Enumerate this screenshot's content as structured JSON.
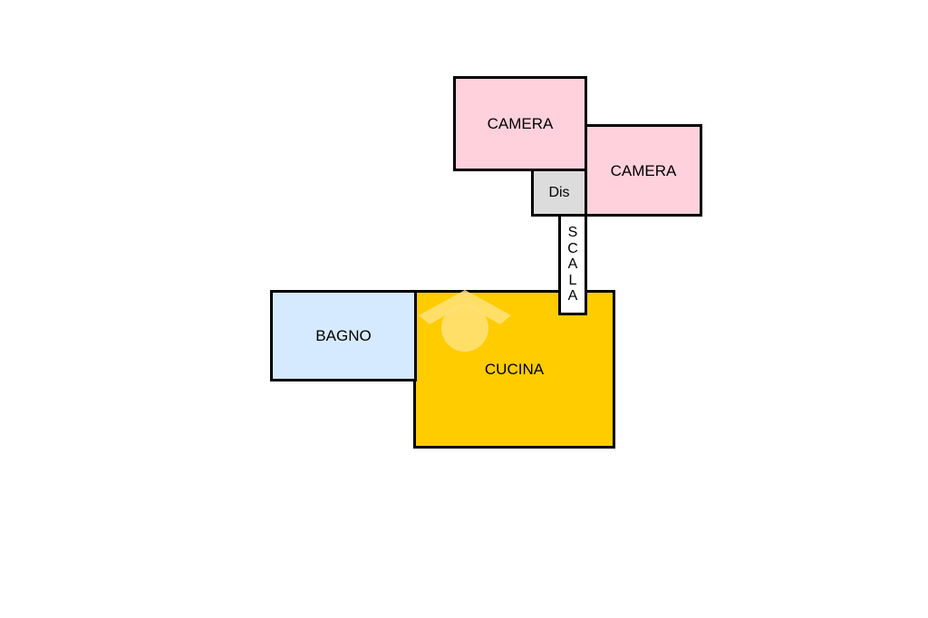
{
  "floorplan": {
    "rooms": [
      {
        "id": "camera_1",
        "label": "CAMERA",
        "color": "#ffd1dc"
      },
      {
        "id": "camera_2",
        "label": "CAMERA",
        "color": "#ffd1dc"
      },
      {
        "id": "dis",
        "label": "Dis",
        "color": "#dcdcdc"
      },
      {
        "id": "scala",
        "label": "SCALA",
        "letters": [
          "S",
          "C",
          "A",
          "L",
          "A"
        ],
        "color": "#ffffff"
      },
      {
        "id": "bagno",
        "label": "BAGNO",
        "color": "#d6eaff"
      },
      {
        "id": "cucina",
        "label": "CUCINA",
        "color": "#ffcc00"
      }
    ],
    "wall_color": "#000000",
    "watermark_icon": "house-logo-icon"
  }
}
